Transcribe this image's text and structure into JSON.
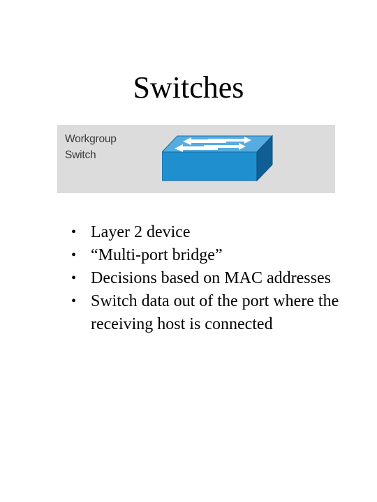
{
  "slide": {
    "title": "Switches"
  },
  "device": {
    "label_line1": "Workgroup",
    "label_line2": "Switch",
    "icon": "workgroup-switch-icon",
    "colors": {
      "panel": "#dcdcdc",
      "top": "#4aa3d6",
      "front": "#1f8fcf",
      "side": "#0f5f95"
    }
  },
  "bullets": [
    "Layer 2 device",
    "“Multi-port bridge”",
    "Decisions  based on MAC addresses",
    "Switch data out of the port where the receiving host is connected"
  ]
}
